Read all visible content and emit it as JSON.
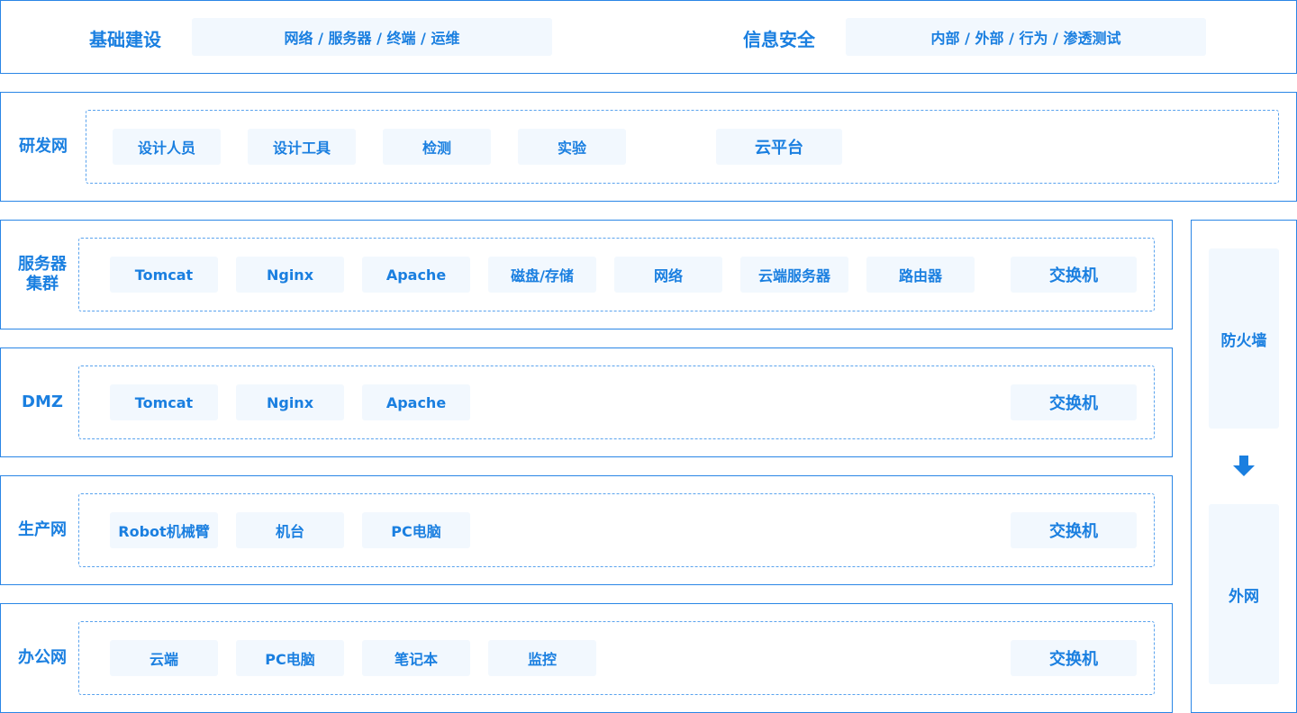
{
  "top": {
    "infra_title": "基础建设",
    "infra_items": "网络 / 服务器 / 终端 / 运维",
    "security_title": "信息安全",
    "security_items": "内部 / 外部 / 行为 / 渗透测试"
  },
  "rnd": {
    "label": "研发网",
    "items": [
      "设计人员",
      "设计工具",
      "检测",
      "实验",
      "云平台"
    ]
  },
  "cluster": {
    "label": "服务器集群",
    "items": [
      "Tomcat",
      "Nginx",
      "Apache",
      "磁盘/存储",
      "网络",
      "云端服务器",
      "路由器"
    ],
    "switch": "交换机"
  },
  "dmz": {
    "label": "DMZ",
    "items": [
      "Tomcat",
      "Nginx",
      "Apache"
    ],
    "switch": "交换机"
  },
  "production": {
    "label": "生产网",
    "items": [
      "Robot机械臂",
      "机台",
      "PC电脑"
    ],
    "switch": "交换机"
  },
  "office": {
    "label": "办公网",
    "items": [
      "云端",
      "PC电脑",
      "笔记本",
      "监控"
    ],
    "switch": "交换机"
  },
  "side": {
    "firewall": "防火墙",
    "internet": "外网",
    "arrow_icon": "arrow-down-icon"
  },
  "colors": {
    "accent": "#1a7fe0",
    "border": "#2a86e6",
    "chip_bg": "#f2f8fe"
  }
}
